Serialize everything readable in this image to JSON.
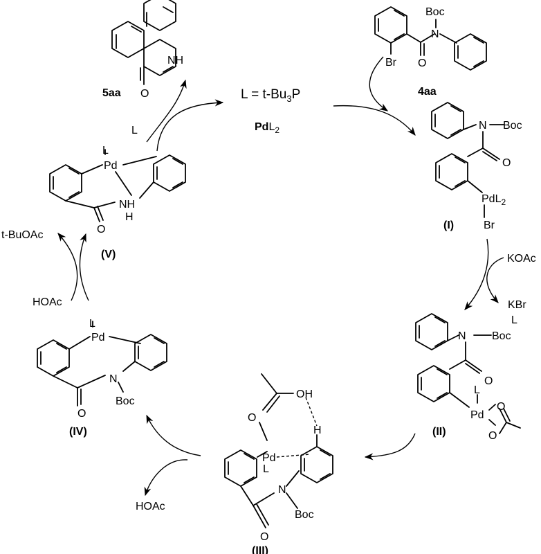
{
  "catalyst": {
    "ligand_def": "L = t-Bu",
    "ligand_sub": "3",
    "ligand_tail": "P",
    "pd_label": "Pd",
    "pd_sub": "L",
    "pd_sub2": "2"
  },
  "compounds": {
    "c5aa": {
      "label": "5aa",
      "atom_nh": "NH",
      "atom_o": "O"
    },
    "c4aa": {
      "label": "4aa",
      "atom_boc": "Boc",
      "atom_n": "N",
      "atom_o": "O",
      "atom_br": "Br"
    },
    "cI": {
      "label": "(I)",
      "atom_n": "N",
      "atom_boc": "Boc",
      "atom_o": "O",
      "atom_pdl": "PdL",
      "atom_pdl_sub": "2",
      "atom_br": "Br"
    },
    "cII": {
      "label": "(II)",
      "atom_n": "N",
      "atom_boc": "Boc",
      "atom_o": "O",
      "atom_l": "L",
      "atom_pd": "Pd",
      "atom_o1": "O",
      "atom_o2": "O"
    },
    "cIII": {
      "label": "(III)",
      "atom_oh": "OH",
      "atom_o": "O",
      "atom_h": "H",
      "atom_pd": "Pd",
      "atom_l": "L",
      "atom_n": "N",
      "atom_boc": "Boc",
      "atom_oc": "O"
    },
    "cIV": {
      "label": "(IV)",
      "atom_l": "L",
      "atom_pd": "Pd",
      "atom_n": "N",
      "atom_boc": "Boc",
      "atom_o": "O"
    },
    "cV": {
      "label": "(V)",
      "atom_l": "L",
      "atom_pd": "Pd",
      "atom_nh": "NH",
      "atom_h": "H",
      "atom_o": "O"
    }
  },
  "reagents": {
    "l_in": "L",
    "koac": "KOAc",
    "kbr": "KBr",
    "l_out": "L",
    "hoac_out": "HOAc",
    "hoac_in": "HOAc",
    "tbuoac": "t-BuOAc"
  }
}
